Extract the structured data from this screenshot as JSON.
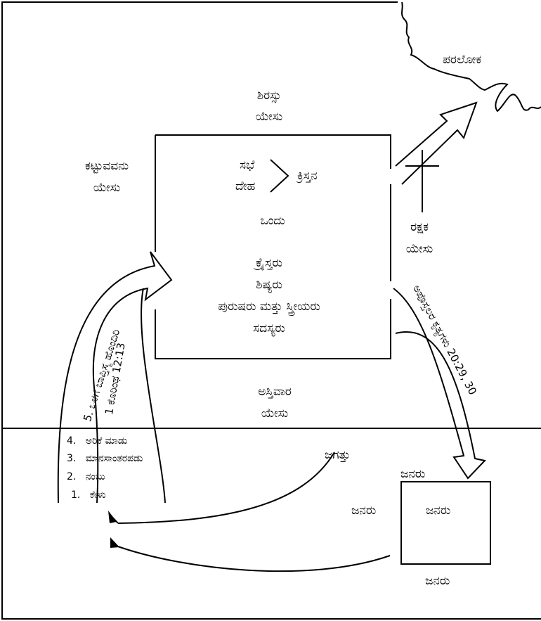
{
  "labels": {
    "heaven": "ಪರಲೋಕ",
    "head_title": "ಶಿರಸ್ಸು",
    "head_name": "ಯೇಸು",
    "builder_title": "ಕಟ್ಟುವವನು",
    "builder_name": "ಯೇಸು",
    "church": "ಸಭೆ",
    "body": "ದೇಹ",
    "christs": "ಕ್ರಿಸ್ತನ",
    "one": "ಒಂದು",
    "savior_title": "ರಕ್ಷಕ",
    "savior_name": "ಯೇಸು",
    "members": [
      "ಕ್ರೈಸ್ತರು",
      "ಶಿಷ್ಯರು",
      "ಪುರುಷರು ಮತ್ತು ಸ್ತ್ರೀಯರು",
      "ಸದಸ್ಯರು"
    ],
    "foundation_title": "ಅಸ್ತಿವಾರ",
    "foundation_name": "ಯೇಸು",
    "world": "ಜಗತ್ತು",
    "people_top": "ಜನರು",
    "people_left": "ಜನರು",
    "people_center": "ಜನರು",
    "people_bottom": "ಜನರು"
  },
  "steps": [
    {
      "num": "4.",
      "text": "ಅರಿಕೆ ಮಾಡು"
    },
    {
      "num": "3.",
      "text": "ಮಾನಸಾಂತರಪಡು"
    },
    {
      "num": "2.",
      "text": "ನಂಬು"
    },
    {
      "num": "1.",
      "text": "ಕೇಳು"
    }
  ],
  "rotated": {
    "baptism": "5. ಒಳಗೆ ಬಾಪ್ತಿಸ್ಮ ಹೊಂದಿರಿ",
    "baptism_ref": "1 ಕೊರಿಂಥ 12:13",
    "acts_ref": "ಅಪೊಸ್ತಲರ ಕೃತ್ಯಗಳು 20:29, 30"
  }
}
